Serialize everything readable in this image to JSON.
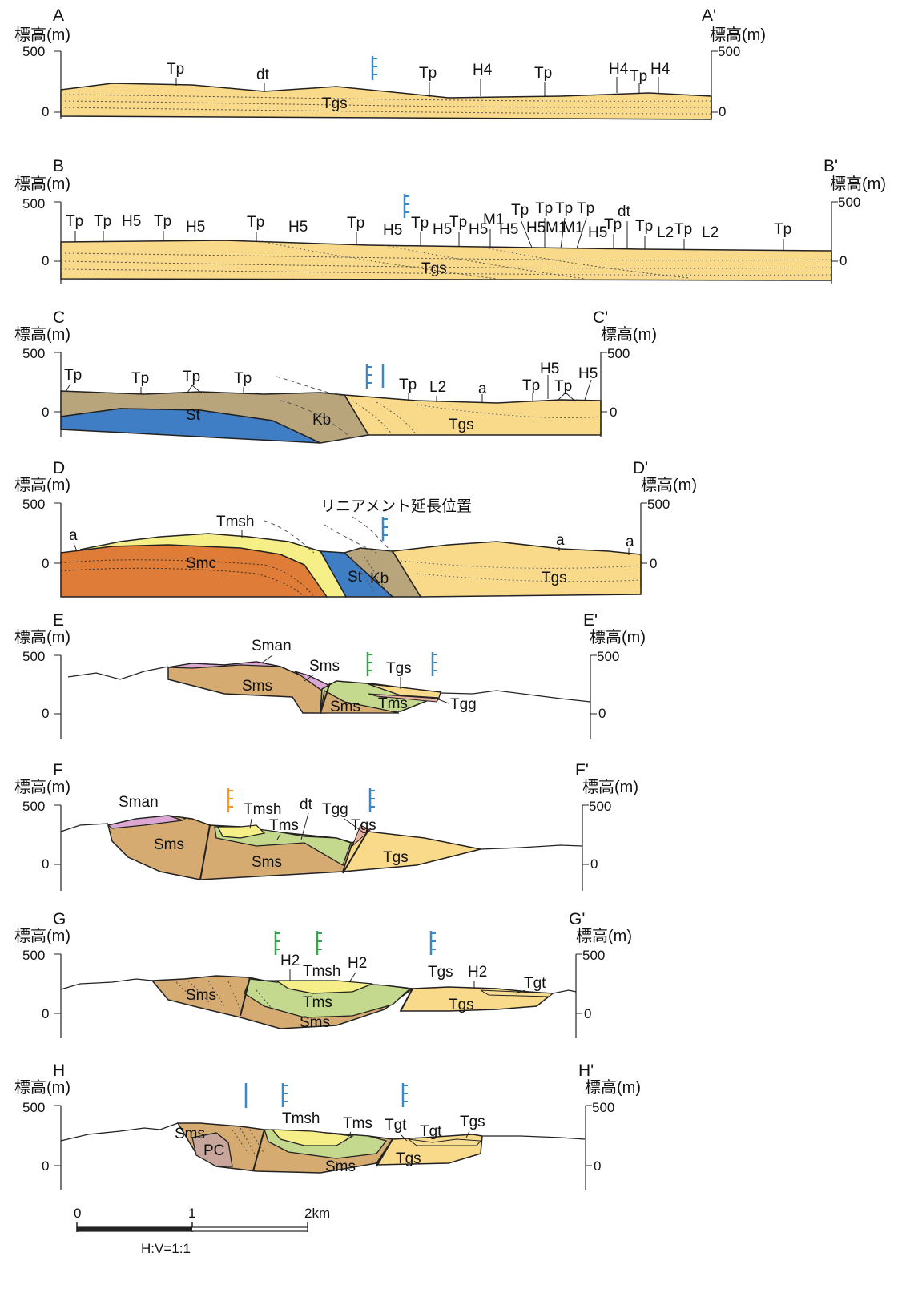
{
  "axis_label": "標高(m)",
  "tick_500": "500",
  "tick_0": "0",
  "colors": {
    "Tgs": "#f9d98a",
    "Kb": "#b8a57c",
    "St": "#3f7ec4",
    "Smc": "#de7c38",
    "Tmsh": "#f6ee86",
    "Sman": "#dda7d4",
    "Sms": "#d5ab72",
    "Tms": "#c4d98e",
    "Tgt": "#f6dd8f",
    "PC": "#c9a69c",
    "gg": "#e8b0a0",
    "marker_blue": "#3a88c8",
    "marker_green": "#36a34f",
    "marker_orange": "#f29a30"
  },
  "sections": [
    {
      "id": "A",
      "left": "A",
      "right": "A'",
      "labels": [
        "Tp",
        "dt",
        "Tp",
        "H4",
        "Tp",
        "H4",
        "Tp",
        "H4",
        "Tgs"
      ]
    },
    {
      "id": "B",
      "left": "B",
      "right": "B'",
      "labels": [
        "Tp",
        "Tp",
        "H5",
        "Tp",
        "H5",
        "Tp",
        "H5",
        "Tp",
        "H5",
        "Tp",
        "H5",
        "Tp",
        "H5",
        "M1",
        "H5",
        "Tp",
        "Tp",
        "Tp",
        "Tp",
        "H5",
        "M1",
        "M1",
        "H5",
        "Tp",
        "dt",
        "Tp",
        "L2",
        "Tp",
        "L2",
        "Tp",
        "Tgs"
      ]
    },
    {
      "id": "C",
      "left": "C",
      "right": "C'",
      "labels": [
        "Tp",
        "Tp",
        "Tp",
        "Tp",
        "St",
        "Kb",
        "Tp",
        "L2",
        "a",
        "Tp",
        "H5",
        "Tp",
        "H5",
        "Tgs"
      ]
    },
    {
      "id": "D",
      "left": "D",
      "right": "D'",
      "labels": [
        "a",
        "Tmsh",
        "Smc",
        "リニアメント延長位置",
        "St",
        "Kb",
        "a",
        "a",
        "Tgs"
      ]
    },
    {
      "id": "E",
      "left": "E",
      "right": "E'",
      "labels": [
        "Sman",
        "Sms",
        "Sms",
        "Tgs",
        "Sms",
        "Tms",
        "Tgg"
      ]
    },
    {
      "id": "F",
      "left": "F",
      "right": "F'",
      "labels": [
        "Sman",
        "Tmsh",
        "dt",
        "Tgg",
        "Tms",
        "Tgs",
        "Sms",
        "Sms",
        "Tgs"
      ]
    },
    {
      "id": "G",
      "left": "G",
      "right": "G'",
      "labels": [
        "H2",
        "Tmsh",
        "H2",
        "Tgs",
        "H2",
        "Tgt",
        "Sms",
        "Tms",
        "Sms",
        "Tgs"
      ]
    },
    {
      "id": "H",
      "left": "H",
      "right": "H'",
      "labels": [
        "Sms",
        "PC",
        "Tmsh",
        "Tms",
        "Tgt",
        "Tgt",
        "Tgs",
        "Sms",
        "Tgs"
      ]
    }
  ],
  "scale": {
    "t0": "0",
    "t1": "1",
    "t2": "2km",
    "ratio": "H:V=1:1"
  }
}
